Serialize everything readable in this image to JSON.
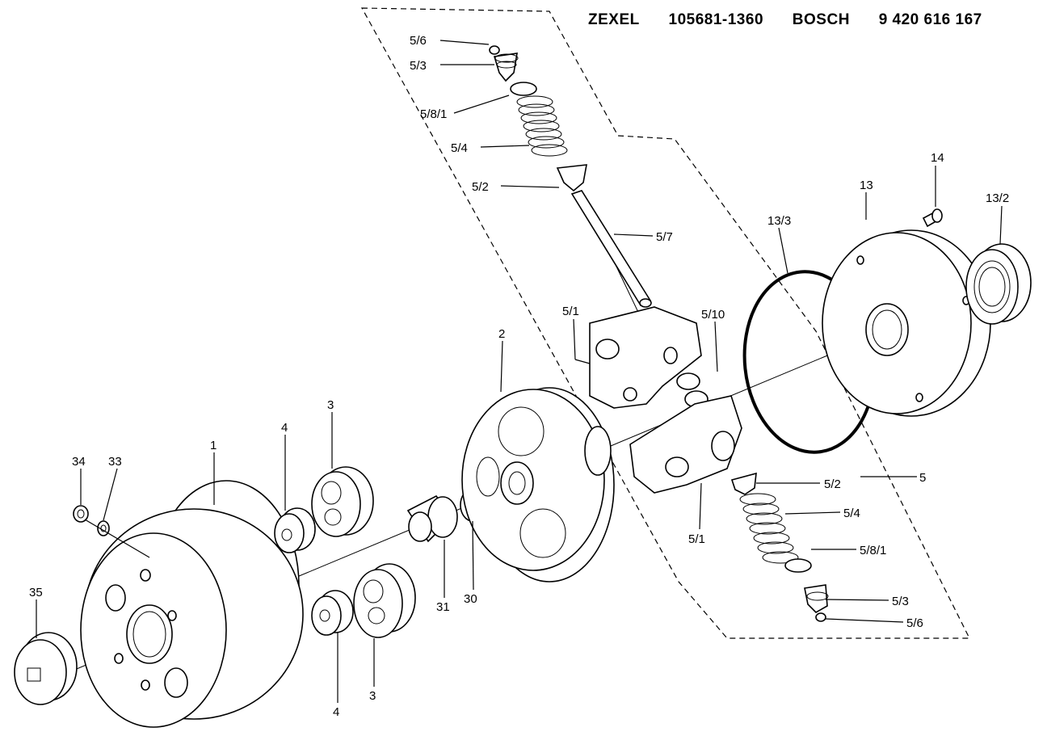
{
  "header": {
    "maker1": "ZEXEL",
    "part1": "105681-1360",
    "maker2": "BOSCH",
    "part2": "9 420 616 167"
  },
  "labels": {
    "l56a": "5/6",
    "l53a": "5/3",
    "l581a": "5/8/1",
    "l54a": "5/4",
    "l52a": "5/2",
    "l57": "5/7",
    "l51a": "5/1",
    "l510": "5/10",
    "l133": "13/3",
    "l13": "13",
    "l14": "14",
    "l132": "13/2",
    "l2": "2",
    "l3a": "3",
    "l4a": "4",
    "l1": "1",
    "l34": "34",
    "l33": "33",
    "l35": "35",
    "l31": "31",
    "l30": "30",
    "l4b": "4",
    "l3b": "3",
    "l52b": "5/2",
    "l5": "5",
    "l54b": "5/4",
    "l51b": "5/1",
    "l581b": "5/8/1",
    "l53b": "5/3",
    "l56b": "5/6"
  }
}
